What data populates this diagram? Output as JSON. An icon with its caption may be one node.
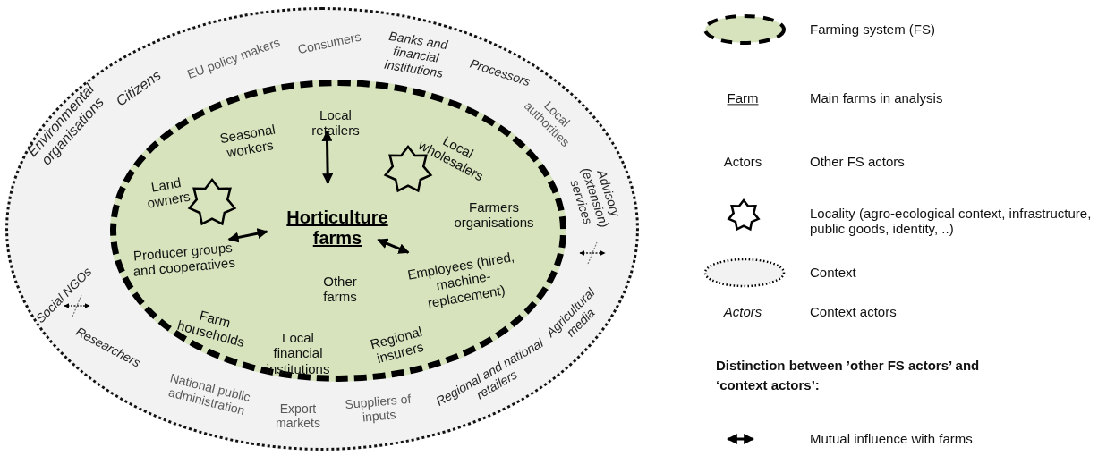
{
  "diagram": {
    "nodes": [
      {
        "text": [],
        "shape": "ellipse"
      },
      {
        "text": [
          "Environmental organisations"
        ],
        "in": 0
      },
      {
        "text": [
          "Citizens"
        ],
        "in": 0
      },
      {
        "text": [
          "EU policy makers"
        ],
        "in": 0
      },
      {
        "text": [
          "Consumers"
        ],
        "in": 0
      },
      {
        "text": [
          "Banks and financial institutions"
        ],
        "in": 0
      },
      {
        "text": [
          "Processors"
        ],
        "in": 0
      },
      {
        "text": [
          "Local authorities"
        ],
        "in": 0
      },
      {
        "text": [
          "Advisory (extension) services"
        ],
        "in": 0
      },
      {
        "text": [
          "Social NGOs"
        ],
        "in": 0
      },
      {
        "text": [
          "Agricultural media"
        ],
        "in": 0
      },
      {
        "text": [
          "Researchers"
        ],
        "in": 0
      },
      {
        "text": [
          "Regional and national retailers"
        ],
        "in": 0
      },
      {
        "text": [
          "National public administration"
        ],
        "in": 0
      },
      {
        "text": [
          "Export markets"
        ],
        "in": 0
      },
      {
        "text": [
          "Suppliers of inputs"
        ],
        "in": 0
      },
      {
        "text": [],
        "shape": "ellipse",
        "in": 0
      },
      {
        "text": [
          "Seasonal workers"
        ],
        "in": 16
      },
      {
        "text": [
          "Local retailers"
        ],
        "in": 16
      },
      {
        "text": [
          "Local wholesalers"
        ],
        "in": 16
      },
      {
        "text": [
          "Land owners"
        ],
        "in": 16
      },
      {
        "text": [
          "Horticulture farms"
        ],
        "in": 16
      },
      {
        "text": [
          "Farmers organisations"
        ],
        "in": 16
      },
      {
        "text": [
          "Producer groups and cooperatives"
        ],
        "in": 16
      },
      {
        "text": [
          "Other farms"
        ],
        "in": 16
      },
      {
        "text": [
          "Employees (hired, machine-replacement)"
        ],
        "in": 16
      },
      {
        "text": [
          "Farm households"
        ],
        "in": 16
      },
      {
        "text": [
          "Local financial institutions"
        ],
        "in": 16
      },
      {
        "text": [
          "Regional insurers"
        ],
        "in": 16
      }
    ],
    "edges": [
      {
        "from": 21,
        "to": 18,
        "arrow": "both"
      },
      {
        "from": 21,
        "to": 23,
        "arrow": "both"
      },
      {
        "from": 21,
        "to": 25,
        "arrow": "both"
      }
    ],
    "labels": [
      "Farm",
      "Actors",
      "Actors",
      "Distinction between ’other FS actors’ and ‘context actors’:"
    ],
    "legend": [
      {
        "text": "Farming system (FS)",
        "color": "#d6e3bc"
      },
      {
        "text": "Main farms in analysis"
      },
      {
        "text": "Other FS actors"
      },
      {
        "text": "Locality (agro-ecological context, infrastructure, public goods, identity, ..)"
      },
      {
        "text": "Context",
        "color": "#f2f2f2"
      },
      {
        "text": "Context actors"
      },
      {
        "text": "Mutual influence with farms"
      }
    ]
  }
}
